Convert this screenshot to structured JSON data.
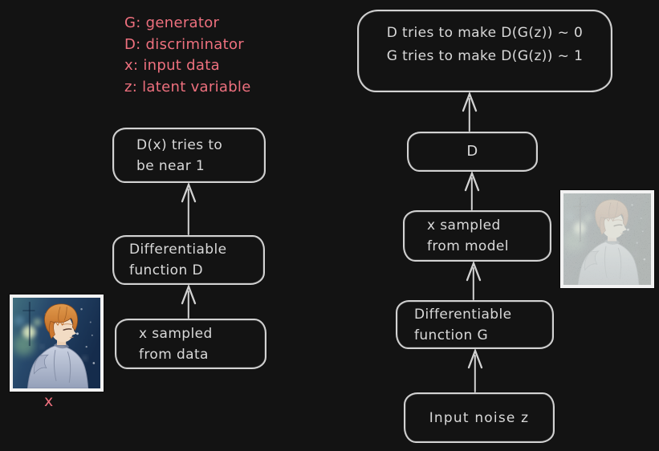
{
  "colors": {
    "background": "#131313",
    "stroke": "#d2d2d2",
    "text": "#d9d9d9",
    "accent_red": "#ee707e",
    "photo_frame": "#f2f2f2"
  },
  "legend": {
    "items": [
      "G: generator",
      "D: discriminator",
      "x: input data",
      "z: latent variable"
    ]
  },
  "left_flow": {
    "nodes": [
      {
        "line1": "D(x) tries to",
        "line2": "be near 1"
      },
      {
        "line1": "Differentiable",
        "line2": "function D"
      },
      {
        "line1": "x sampled",
        "line2": "from data"
      }
    ],
    "photo": {
      "name": "real-sample-photo",
      "description": "anime character portrait (real data sample)",
      "label": "x"
    }
  },
  "right_flow": {
    "nodes": [
      {
        "line1": "D tries to make D(G(z)) ~ 0",
        "line2": "G tries to make D(G(z)) ~ 1"
      },
      {
        "line1": "D",
        "line2": ""
      },
      {
        "line1": "x sampled",
        "line2": "from model"
      },
      {
        "line1": "Differentiable",
        "line2": "function G"
      },
      {
        "line1": "Input noise z",
        "line2": ""
      }
    ],
    "photo": {
      "name": "generated-sample-photo",
      "description": "noisy generated anime character portrait"
    }
  },
  "icons": {
    "arrow_up": "↑"
  }
}
